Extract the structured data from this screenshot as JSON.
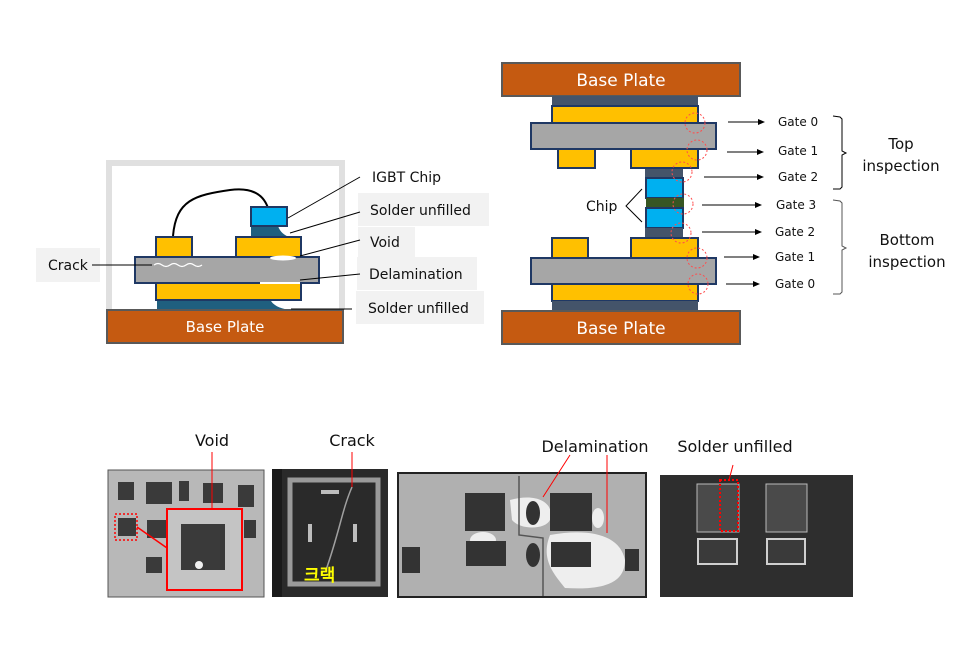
{
  "colors": {
    "base_plate": "#c55a11",
    "copper": "#ffc000",
    "ceramic": "#a6a6a6",
    "solder": "#1f5f7f",
    "solder_dark": "#44546a",
    "chip": "#00b0f0",
    "chip_mid": "#375623",
    "outline": "#1f3864",
    "highlight_red": "#ff0000",
    "gate_circle": "#ff4d4d",
    "callout_bg": "#f2f2f2"
  },
  "left_diagram": {
    "base_plate_label": "Base Plate",
    "labels": {
      "crack": "Crack",
      "igbt_chip": "IGBT Chip",
      "solder_unfilled_top": "Solder unfilled",
      "void": "Void",
      "delamination": "Delamination",
      "solder_unfilled_bottom": "Solder unfilled"
    }
  },
  "right_diagram": {
    "top_base_plate_label": "Base Plate",
    "bottom_base_plate_label": "Base Plate",
    "chip_label": "Chip",
    "gates": [
      "Gate 0",
      "Gate 1",
      "Gate 2",
      "Gate 3",
      "Gate 2",
      "Gate 1",
      "Gate 0"
    ],
    "groups": {
      "top": [
        "Top",
        "inspection"
      ],
      "bottom": [
        "Bottom",
        "inspection"
      ]
    }
  },
  "photos": {
    "void": {
      "label": "Void"
    },
    "crack": {
      "label": "Crack",
      "overlay_text": "크랙"
    },
    "delamination": {
      "label": "Delamination"
    },
    "solder_unfilled": {
      "label": "Solder unfilled"
    }
  }
}
